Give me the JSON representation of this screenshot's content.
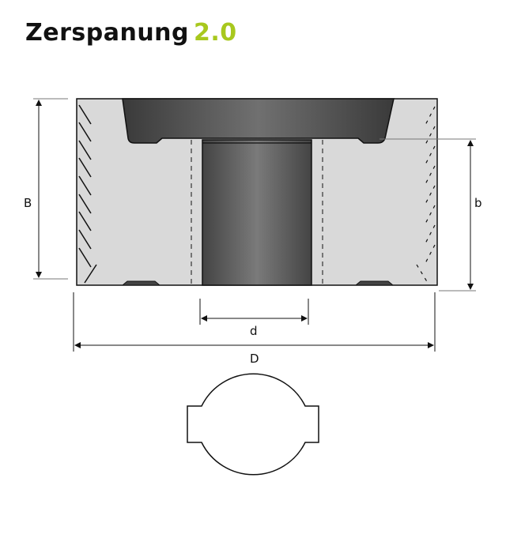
{
  "header": {
    "brand": "Zerspanung",
    "version": "2.0",
    "brand_color": "#111111",
    "accent_color": "#a8c81e"
  },
  "drawing": {
    "title": "Cutting insert / bushing cross-section with dimensions",
    "colors": {
      "body_fill": "#d9d9d9",
      "dark_fill": "#555555",
      "outline": "#111111"
    },
    "dimensions": {
      "B": "B",
      "b": "b",
      "d": "d",
      "D": "D"
    },
    "views": [
      "side-section",
      "top-profile"
    ]
  }
}
